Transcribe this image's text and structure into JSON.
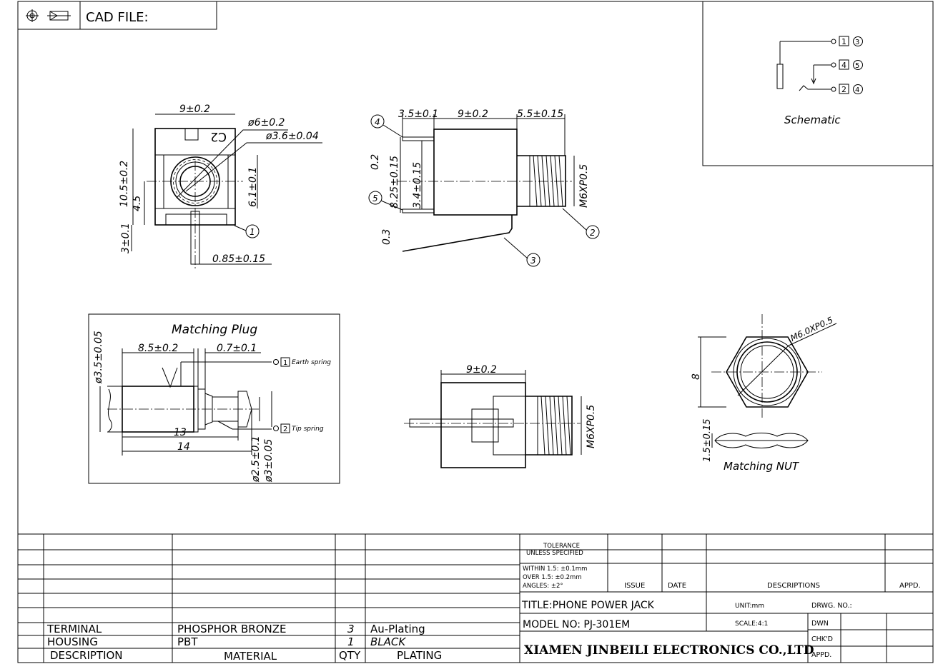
{
  "header": {
    "cad_label": "CAD FILE:"
  },
  "schematic": {
    "title": "Schematic",
    "pins": [
      "1",
      "3",
      "4",
      "5",
      "2",
      "4"
    ]
  },
  "front_view": {
    "dims": [
      "9±0.2",
      "ø6±0.2",
      "ø3.6±0.04",
      "10.5±0.2",
      "4.5",
      "6.1±0.1",
      "3±0.1",
      "0.85±0.15"
    ],
    "mark": "C2",
    "balloon": "1"
  },
  "side_view": {
    "dims": [
      "3.5±0.1",
      "9±0.2",
      "5.5±0.15",
      "0.2",
      "8.25±0.15",
      "3.4±0.15",
      "0.3",
      "M6XP0.5"
    ],
    "balloons": [
      "4",
      "5",
      "2",
      "3"
    ]
  },
  "plug": {
    "title": "Matching Plug",
    "dims": [
      "ø3.5±0.05",
      "8.5±0.2",
      "0.7±0.1",
      "13",
      "14",
      "ø2.5±0.1",
      "ø3±0.05"
    ],
    "earth_pin": "1",
    "earth_label": "Earth spring",
    "tip_pin": "2",
    "tip_label": "Tip spring"
  },
  "bottom_view": {
    "dims": [
      "9±0.2",
      "M6XP0.5"
    ]
  },
  "nut": {
    "title": "Matching NUT",
    "dims": [
      "M6.0XP0.5",
      "8",
      "1.5±0.15"
    ]
  },
  "title_block": {
    "tolerance": {
      "line1": "TOLERANCE",
      "line2": "UNLESS SPECIFIED",
      "line3": "WITHIN 1.5: ±0.1mm",
      "line4": "OVER 1.5: ±0.2mm",
      "line5": "ANGLES: ±2°"
    },
    "rev_headers": {
      "issue": "ISSUE",
      "date": "DATE",
      "descriptions": "DESCRIPTIONS",
      "appd": "APPD."
    },
    "title": "TITLE:PHONE POWER JACK",
    "model": "MODEL NO: PJ-301EM",
    "company": "XIAMEN JINBEILI ELECTRONICS CO.,LTD",
    "unit": "UNIT:mm",
    "scale": "SCALE:4:1",
    "drwg_no": "DRWG. NO.:",
    "dwn": "DWN",
    "chkd": "CHK'D",
    "appd": "APPD."
  },
  "bom": {
    "headers": {
      "description": "DESCRIPTION",
      "material": "MATERIAL",
      "qty": "QTY",
      "plating": "PLATING"
    },
    "rows": [
      {
        "description": "TERMINAL",
        "material": "PHOSPHOR BRONZE",
        "qty": "3",
        "plating": "Au-Plating"
      },
      {
        "description": "HOUSING",
        "material": "PBT",
        "qty": "1",
        "plating": "BLACK"
      }
    ]
  }
}
